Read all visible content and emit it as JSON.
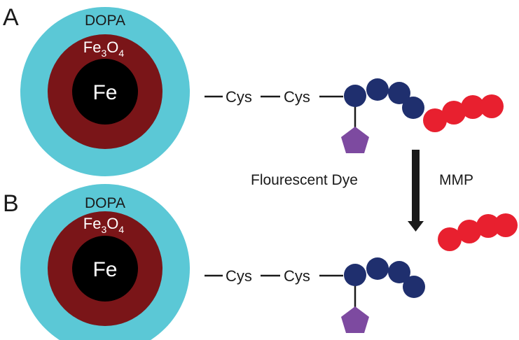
{
  "panels": [
    {
      "label": "A",
      "shell": "DOPA",
      "oxide": {
        "base": "Fe",
        "sub1": "3",
        "mid": "O",
        "sub2": "4"
      },
      "core": "Fe",
      "linker": [
        "Cys",
        "Cys"
      ]
    },
    {
      "label": "B",
      "shell": "DOPA",
      "oxide": {
        "base": "Fe",
        "sub1": "3",
        "mid": "O",
        "sub2": "4"
      },
      "core": "Fe",
      "linker": [
        "Cys",
        "Cys"
      ]
    }
  ],
  "dye_label": "Flourescent Dye",
  "enzyme_label": "MMP",
  "colors": {
    "shell": "#5bc8d6",
    "oxide": "#7a1518",
    "core": "#000000",
    "peptide_blue": "#1f2f6e",
    "peptide_red": "#e8202f",
    "dye": "#7d4aa0",
    "text_light": "#ffffff",
    "text_dark": "#1a1a1a"
  }
}
